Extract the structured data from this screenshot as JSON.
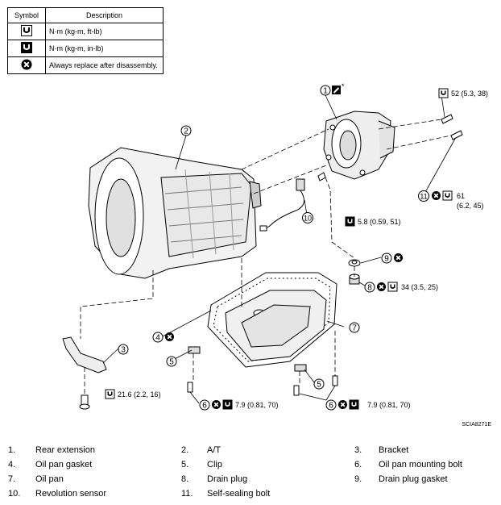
{
  "legend": {
    "header_symbol": "Symbol",
    "header_description": "Description",
    "rows": [
      {
        "icon": "torque-wrench-icon",
        "text": "N·m (kg-m, ft-lb)"
      },
      {
        "icon": "torque-wrench-inlb-icon",
        "text": "N·m (kg-m, in-lb)"
      },
      {
        "icon": "replace-icon",
        "text": "Always replace after disassembly."
      }
    ]
  },
  "torque": {
    "t52": "52 (5.3, 38)",
    "t61a": "61",
    "t61b": "(6.2, 45)",
    "t58": "5.8 (0.59, 51)",
    "t34": "34 (3.5, 25)",
    "t216": "21.6 (2.2, 16)",
    "t79a": "7.9 (0.81, 70)",
    "t79b": "7.9 (0.81, 70)"
  },
  "callouts": {
    "c1": "1",
    "c2": "2",
    "c3": "3",
    "c4": "4",
    "c5a": "5",
    "c5b": "5",
    "c6a": "6",
    "c6b": "6",
    "c7": "7",
    "c8": "8",
    "c9": "9",
    "c10": "10",
    "c11": "11",
    "star": "*"
  },
  "reference_code": "SCIA8271E",
  "parts": [
    {
      "num": "1.",
      "name": "Rear extension"
    },
    {
      "num": "2.",
      "name": "A/T"
    },
    {
      "num": "3.",
      "name": "Bracket"
    },
    {
      "num": "4.",
      "name": "Oil pan gasket"
    },
    {
      "num": "5.",
      "name": "Clip"
    },
    {
      "num": "6.",
      "name": "Oil pan mounting bolt"
    },
    {
      "num": "7.",
      "name": "Oil pan"
    },
    {
      "num": "8.",
      "name": "Drain plug"
    },
    {
      "num": "9.",
      "name": "Drain plug gasket"
    },
    {
      "num": "10.",
      "name": "Revolution sensor"
    },
    {
      "num": "11.",
      "name": "Self-sealing bolt"
    }
  ]
}
